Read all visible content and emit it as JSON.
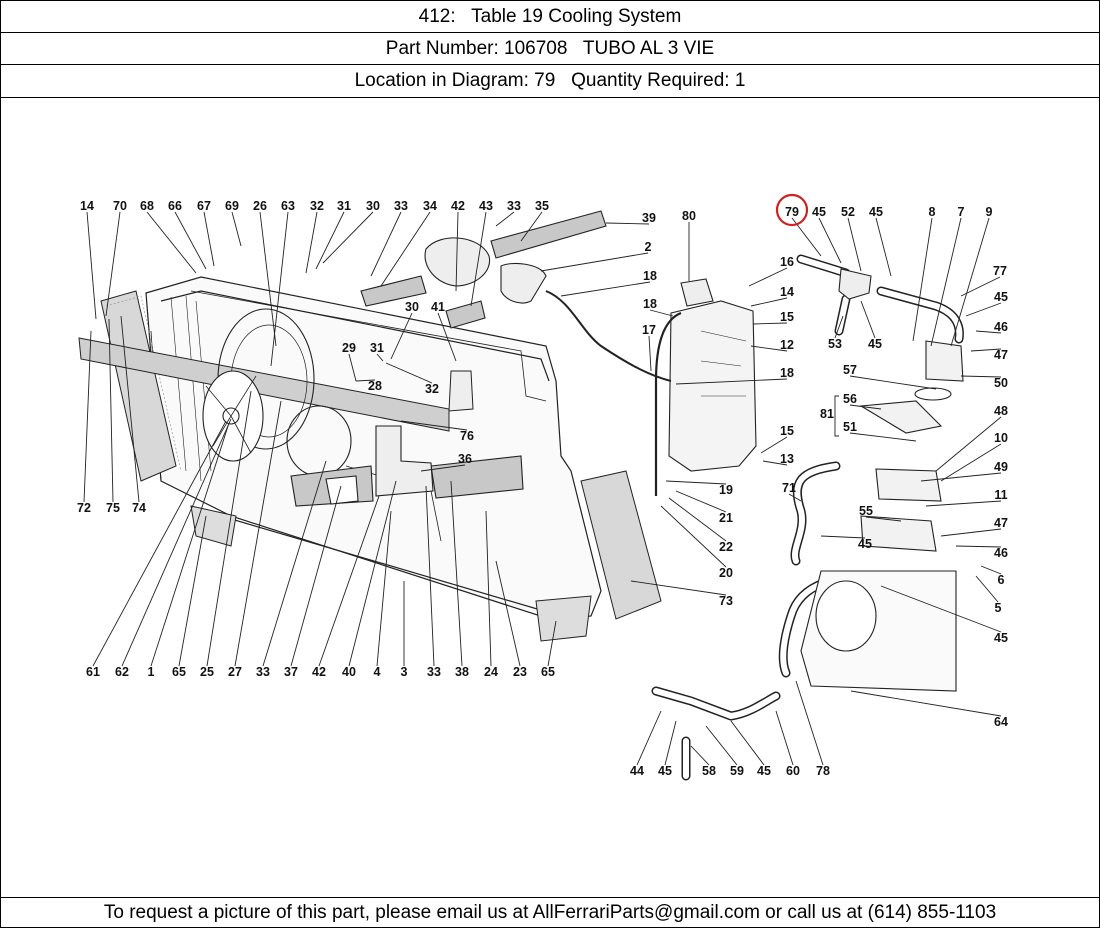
{
  "header": {
    "title": "412:   Table 19 Cooling System",
    "part_number": "Part Number: 106708   TUBO AL 3 VIE",
    "location": "Location in Diagram: 79   Quantity Required: 1"
  },
  "diagram": {
    "highlight_color": "#cc2222",
    "highlighted_callout": "79",
    "callouts": {
      "c14a": "14",
      "c70": "70",
      "c68": "68",
      "c66": "66",
      "c67": "67",
      "c69": "69",
      "c26": "26",
      "c63": "63",
      "c32a": "32",
      "c31a": "31",
      "c30a": "30",
      "c33a": "33",
      "c34": "34",
      "c42a": "42",
      "c43": "43",
      "c33b": "33",
      "c35": "35",
      "c39": "39",
      "c2": "2",
      "c18a": "18",
      "c80": "80",
      "c18b": "18",
      "c17": "17",
      "c16": "16",
      "c14b": "14",
      "c15a": "15",
      "c12": "12",
      "c18c": "18",
      "c15b": "15",
      "c13": "13",
      "c19": "19",
      "c21": "21",
      "c22": "22",
      "c20": "20",
      "c73": "73",
      "c30b": "30",
      "c41": "41",
      "c29": "29",
      "c31b": "31",
      "c28": "28",
      "c32b": "32",
      "c76": "76",
      "c36": "36",
      "c72": "72",
      "c75": "75",
      "c74": "74",
      "c61": "61",
      "c62": "62",
      "c1": "1",
      "c65a": "65",
      "c25": "25",
      "c27": "27",
      "c33c": "33",
      "c37": "37",
      "c42b": "42",
      "c40": "40",
      "c4": "4",
      "c3": "3",
      "c33d": "33",
      "c38": "38",
      "c24": "24",
      "c23": "23",
      "c65b": "65",
      "c79": "79",
      "c45a": "45",
      "c52": "52",
      "c45b": "45",
      "c8": "8",
      "c7": "7",
      "c9": "9",
      "c77": "77",
      "c45c": "45",
      "c46a": "46",
      "c47a": "47",
      "c50": "50",
      "c53": "53",
      "c45d": "45",
      "c57": "57",
      "c81": "81",
      "c56": "56",
      "c51": "51",
      "c48": "48",
      "c10": "10",
      "c49": "49",
      "c71": "71",
      "c11": "11",
      "c55": "55",
      "c47b": "47",
      "c45e": "45",
      "c46b": "46",
      "c6": "6",
      "c5": "5",
      "c45f": "45",
      "c64": "64",
      "c44": "44",
      "c45g": "45",
      "c58": "58",
      "c59": "59",
      "c45h": "45",
      "c60": "60",
      "c78": "78"
    }
  },
  "footer": {
    "text": "To request a picture of this part, please email us at AllFerrariParts@gmail.com or call us at (614) 855-1103"
  }
}
